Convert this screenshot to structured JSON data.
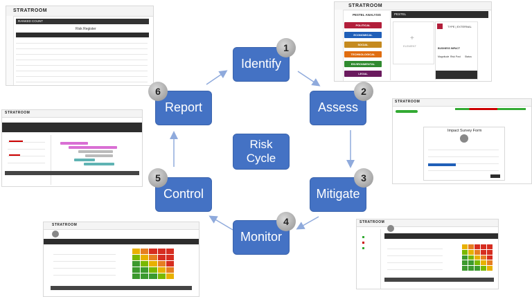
{
  "diagram": {
    "center": {
      "line1": "Risk",
      "line2": "Cycle"
    },
    "steps": [
      {
        "number": "1",
        "label": "Identify"
      },
      {
        "number": "2",
        "label": "Assess"
      },
      {
        "number": "3",
        "label": "Mitigate"
      },
      {
        "number": "4",
        "label": "Monitor"
      },
      {
        "number": "5",
        "label": "Control"
      },
      {
        "number": "6",
        "label": "Report"
      }
    ],
    "colors": {
      "box": "#4472c4",
      "arrow": "#8faadc",
      "badge": "#a6a6a6"
    }
  },
  "screens": {
    "brand": "STRATROOM",
    "identify": {
      "title": "Risk Register",
      "tab": "RANKED COUNT"
    },
    "assess": {
      "panel_title": "PESTEL ANALYSIS",
      "tab": "PESTEL",
      "items": [
        {
          "label": "POLITICAL",
          "color": "#b21e3a"
        },
        {
          "label": "ECONOMICAL",
          "color": "#1f5fb8"
        },
        {
          "label": "SOCIAL",
          "color": "#c58a1f"
        },
        {
          "label": "TECHNOLOGICAL",
          "color": "#e06d10"
        },
        {
          "label": "ENVIRONMENTAL",
          "color": "#2f8a2f"
        },
        {
          "label": "LEGAL",
          "color": "#6a1a5e"
        }
      ],
      "card_type": "TYPE | EXTERNAL",
      "card_text": "BUSINESS IMPACT",
      "metrics": [
        "Magnitude",
        "Risk Post",
        "Status"
      ],
      "empty_label": "ELEMENT"
    },
    "mitigate": {
      "form_title": "Impact Survey Form"
    }
  }
}
